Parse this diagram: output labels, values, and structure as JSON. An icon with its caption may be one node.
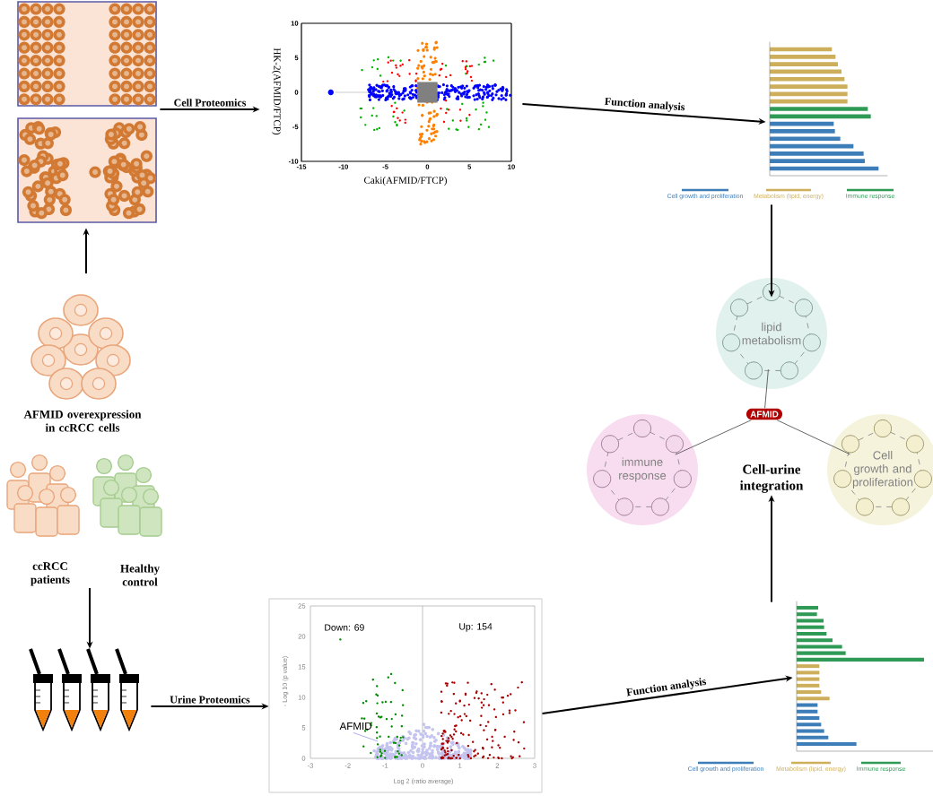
{
  "diagram": {
    "nodes": [
      {
        "text": [],
        "shape": "picture"
      },
      {
        "text": [],
        "shape": "picture"
      },
      {
        "text": [],
        "shape": "picture"
      },
      {
        "text": [
          "AFMID"
        ]
      },
      {
        "text": [
          "lipid metabolism"
        ]
      },
      {
        "text": [
          "immune response"
        ]
      },
      {
        "text": [
          "Cell growth and proliferation"
        ]
      },
      {
        "text": [
          "Cell-urine integration"
        ]
      },
      {
        "text": [
          "AFMID overexpression in ccRCC cells"
        ]
      },
      {
        "text": [
          "ccRCC patients"
        ]
      },
      {
        "text": [
          "Healthy control"
        ]
      },
      {
        "text": [],
        "shape": "picture"
      },
      {
        "text": [],
        "shape": "picture"
      },
      {
        "text": [],
        "shape": "picture"
      }
    ],
    "edges": [
      {
        "from": 8,
        "to": 0,
        "arrow": "to"
      },
      {
        "from": 0,
        "to": 1,
        "arrow": "to",
        "label": "Cell Proteomics"
      },
      {
        "from": 1,
        "to": 2,
        "arrow": "to",
        "label": "Function analysis"
      },
      {
        "from": 2,
        "to": 4,
        "arrow": "to"
      },
      {
        "from": 9,
        "to": 11,
        "arrow": "to"
      },
      {
        "from": 11,
        "to": 12,
        "arrow": "to",
        "label": "Urine Proteomics"
      },
      {
        "from": 12,
        "to": 13,
        "arrow": "to",
        "label": "Function analysis"
      },
      {
        "from": 13,
        "to": 7,
        "arrow": "to"
      },
      {
        "from": 3,
        "to": 4,
        "arrow": "none",
        "color": "#666666"
      },
      {
        "from": 3,
        "to": 5,
        "arrow": "none",
        "color": "#666666"
      },
      {
        "from": 3,
        "to": 6,
        "arrow": "none",
        "color": "#666666"
      }
    ],
    "labels": [
      "10",
      "5",
      "0",
      "-5",
      "-10",
      "-15",
      "-10",
      "-5",
      "0",
      "5",
      "10",
      "Caki(AFMID/FTCP)",
      "HK-2(AFMID/FTCP)",
      "Cell growth and proliferation",
      "Metabolism (lipid, energy)",
      "Immune response",
      "25",
      "20",
      "15",
      "10",
      "5",
      "0",
      "-3",
      "-2",
      "-1",
      "0",
      "1",
      "2",
      "3",
      "- Log 10 (p value)",
      "Log 2 (ratio average)",
      "Down: 69",
      "Up: 154",
      "AFMID",
      "Cell growth and proliferation",
      "Metabolism (lipid, energy)",
      "Immune response"
    ]
  }
}
